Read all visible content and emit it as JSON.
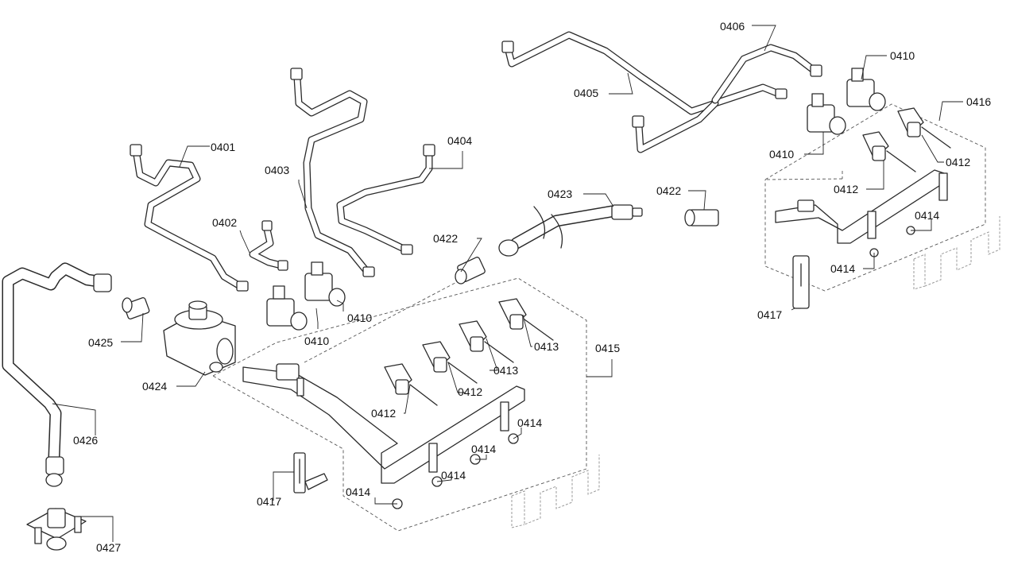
{
  "callouts": {
    "c0401": "0401",
    "c0402": "0402",
    "c0403": "0403",
    "c0404": "0404",
    "c0405": "0405",
    "c0406": "0406",
    "c0410_a": "0410",
    "c0410_b": "0410",
    "c0410_c": "0410",
    "c0410_d": "0410",
    "c0412_a": "0412",
    "c0412_b": "0412",
    "c0412_c": "0412",
    "c0412_d": "0412",
    "c0413_a": "0413",
    "c0413_b": "0413",
    "c0414_a": "0414",
    "c0414_b": "0414",
    "c0414_c": "0414",
    "c0414_d": "0414",
    "c0414_e": "0414",
    "c0414_f": "0414",
    "c0415": "0415",
    "c0416": "0416",
    "c0417_a": "0417",
    "c0417_b": "0417",
    "c0422_a": "0422",
    "c0422_b": "0422",
    "c0423": "0423",
    "c0424": "0424",
    "c0425": "0425",
    "c0426": "0426",
    "c0427": "0427"
  }
}
